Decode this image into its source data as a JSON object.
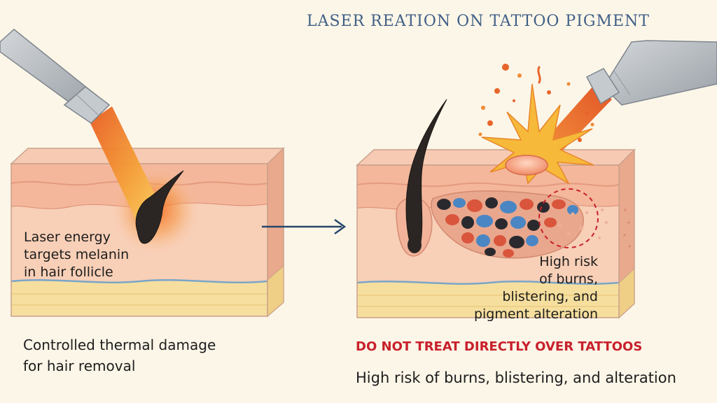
{
  "title": "LASER REATION ON TATTOO PIGMENT",
  "left_panel": {
    "annotation": [
      "Laser energy",
      "targets melanin",
      "in hair follicle"
    ],
    "caption": [
      "Controlled thermal damage",
      "for hair removal"
    ]
  },
  "right_panel": {
    "annotation": [
      "High risk",
      "of burns,",
      "blistering, and",
      "pigment alteration"
    ],
    "warning": "DO NOT TREAT DIRECTLY OVER TATTOOS",
    "caption": "High risk of burns, blistering, and alteration"
  },
  "colors": {
    "title": "#3f5f86",
    "warning": "#c8202b",
    "arrow": "#27476a",
    "laser_beam": "#f07a28",
    "skin_top": "#f6c2a8",
    "fat_layer": "#f6df9e"
  },
  "icons": [
    "laser-handpiece-icon",
    "hair-follicle-icon",
    "ink-particles-icon",
    "risk-circle-icon",
    "burst-icon",
    "right-arrow-icon"
  ]
}
